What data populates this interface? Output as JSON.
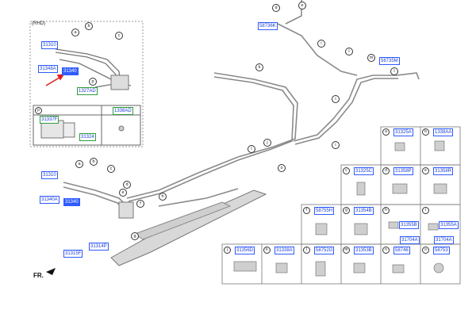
{
  "inset": {
    "tag": "(RHD)",
    "labels": [
      "31310",
      "31340",
      "31348A",
      "1327AD"
    ],
    "callouts": [
      "a",
      "b",
      "c",
      "p"
    ],
    "subpanel": {
      "letter": "p",
      "codes": [
        "1338AD",
        "31337F",
        "31324"
      ]
    }
  },
  "main": {
    "labels": [
      {
        "id": "l1",
        "text": "58736K"
      },
      {
        "id": "l2",
        "text": "58735M"
      },
      {
        "id": "l3",
        "text": "31310"
      },
      {
        "id": "l4",
        "text": "31340A"
      },
      {
        "id": "l5",
        "text": "31340"
      },
      {
        "id": "l6",
        "text": "31314P"
      },
      {
        "id": "l7",
        "text": "31315F"
      }
    ],
    "callouts": [
      "d",
      "e",
      "i",
      "m",
      "k",
      "l",
      "l",
      "j",
      "i",
      "i",
      "l",
      "a",
      "b",
      "c",
      "d",
      "e",
      "f",
      "h",
      "g",
      "o"
    ],
    "fr": "FR."
  },
  "parts_table": {
    "rows": [
      [
        {
          "l": "a",
          "c": "31325A"
        },
        {
          "l": "b",
          "c": "1338AA"
        }
      ],
      [
        {
          "l": "c",
          "c": "31325C"
        },
        {
          "l": "d",
          "c": "31358P"
        },
        {
          "l": "e",
          "c": "31358R"
        }
      ],
      [
        {
          "l": "f",
          "c": "58755H"
        },
        {
          "l": "g",
          "c": "31354B"
        },
        {
          "l": "h",
          "c": "31355B"
        },
        {
          "l": "i",
          "c": "31355A"
        }
      ],
      [
        {
          "l": "j",
          "c": "31356D"
        },
        {
          "l": "k",
          "c": "31338A"
        },
        {
          "l": "l",
          "c": "58752G"
        },
        {
          "l": "m",
          "c": "31353B"
        },
        {
          "l": "n",
          "c": "58746"
        },
        {
          "l": "o",
          "c": "58753"
        }
      ]
    ],
    "extra": [
      "31704A",
      "31704A"
    ]
  },
  "colors": {
    "label_border": "#2f5bff",
    "label_text": "#1a3fd6",
    "highlight": "#2f5bff",
    "arrow": "#e02020",
    "line": "#888888"
  }
}
